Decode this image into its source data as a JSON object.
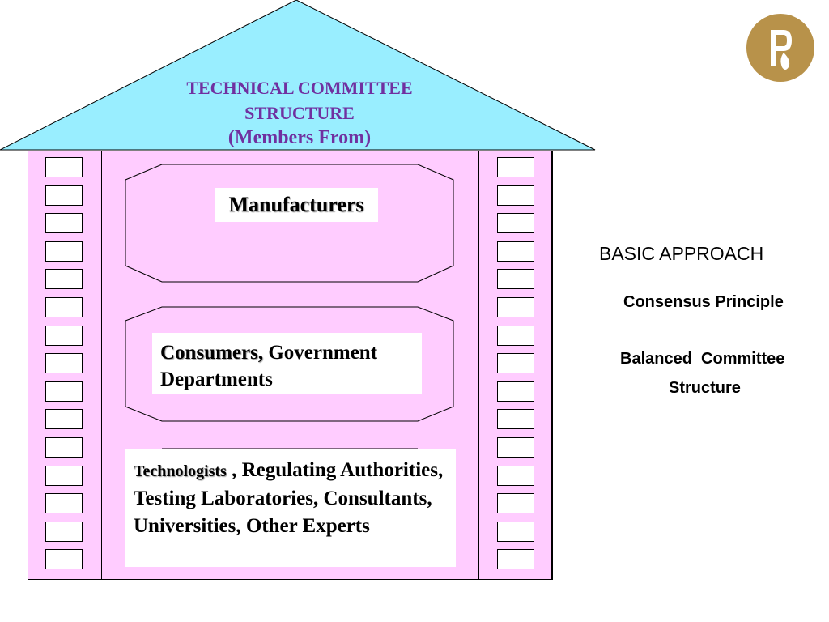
{
  "roof": {
    "title_line1": "TECHNICAL COMMITTEE",
    "title_line2": "STRUCTURE",
    "title_line3": "(Members From)"
  },
  "rooms": {
    "manufacturers": "Manufacturers",
    "consumers_bold": "Consumers,",
    "consumers_rest": " Government Departments",
    "technologists_bold": "Technologists",
    "technologists_rest": " , Regulating Authorities, Testing Laboratories, Consultants, Universities, Other Experts"
  },
  "approach": {
    "heading": "BASIC APPROACH",
    "item1": "Consensus Principle",
    "item2_line1": "Balanced  Committee",
    "item2_line2": "Structure"
  },
  "colors": {
    "roof_fill": "#99eeff",
    "building_fill": "#ffccff",
    "title_color": "#7030a0",
    "logo_gold": "#b8924a"
  },
  "icons": {
    "logo": "company-logo-icon"
  }
}
